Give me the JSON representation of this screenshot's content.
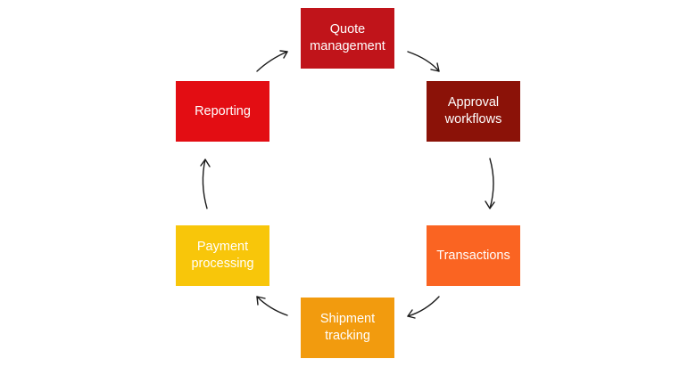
{
  "diagram": {
    "nodes": [
      {
        "label": "Quote management",
        "color": "#c0141a"
      },
      {
        "label": "Approval workflows",
        "color": "#8b1208"
      },
      {
        "label": "Transactions",
        "color": "#fa6422"
      },
      {
        "label": "Shipment tracking",
        "color": "#f29b0e"
      },
      {
        "label": "Payment processing",
        "color": "#f8c60a"
      },
      {
        "label": "Reporting",
        "color": "#e30d13"
      }
    ]
  }
}
